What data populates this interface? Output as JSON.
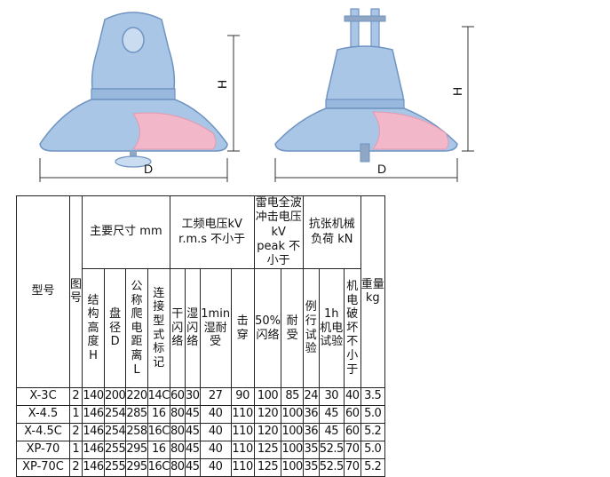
{
  "drawing": {
    "left_label_h": "H",
    "left_label_d": "D",
    "right_label_h": "H",
    "right_label_d": "D",
    "colors": {
      "insulator": "#a9c6e6",
      "insulator_dark": "#6f93c2",
      "pink": "#f2b7c8",
      "metal": "#8fa7c4"
    }
  },
  "table": {
    "model_header": "型号",
    "figure_header": "图号",
    "dims_group": "主要尺寸 mm",
    "power_group": "工频电压kV r.m.s 不小于",
    "lightning_group": "雷电全波冲击电压kV peak 不小于",
    "tensile_group": "抗张机械负荷 kN",
    "weight_header": "重量kg",
    "sub": {
      "height": "结构高度H",
      "diameter": "盘径D",
      "creepage": "公称爬电距离L",
      "coupling": "连接型式标记",
      "dry": "干闪络",
      "wet": "湿闪络",
      "wet1min": "1min湿耐受",
      "puncture": "击穿",
      "flash50": "50%闪络",
      "withstand": "耐受",
      "routine": "例行试验",
      "test1h": "1h机电试验",
      "failure": "机电破坏不小于"
    },
    "rows": [
      {
        "model": "X-3C",
        "fig": "2",
        "h": "140",
        "d": "200",
        "l": "220",
        "c": "14C",
        "dry": "60",
        "wet": "30",
        "w1": "27",
        "p": "90",
        "f50": "100",
        "wd": "85",
        "rt": "24",
        "t1h": "30",
        "fail": "40",
        "kg": "3.5"
      },
      {
        "model": "X-4.5",
        "fig": "1",
        "h": "146",
        "d": "254",
        "l": "285",
        "c": "16",
        "dry": "80",
        "wet": "45",
        "w1": "40",
        "p": "110",
        "f50": "120",
        "wd": "100",
        "rt": "36",
        "t1h": "45",
        "fail": "60",
        "kg": "5.0"
      },
      {
        "model": "X-4.5C",
        "fig": "2",
        "h": "146",
        "d": "254",
        "l": "258",
        "c": "16C",
        "dry": "80",
        "wet": "45",
        "w1": "40",
        "p": "110",
        "f50": "120",
        "wd": "100",
        "rt": "36",
        "t1h": "45",
        "fail": "60",
        "kg": "5.2"
      },
      {
        "model": "XP-70",
        "fig": "1",
        "h": "146",
        "d": "255",
        "l": "295",
        "c": "16",
        "dry": "80",
        "wet": "45",
        "w1": "40",
        "p": "110",
        "f50": "125",
        "wd": "100",
        "rt": "35",
        "t1h": "52.5",
        "fail": "70",
        "kg": "5.0"
      },
      {
        "model": "XP-70C",
        "fig": "2",
        "h": "146",
        "d": "255",
        "l": "295",
        "c": "16C",
        "dry": "80",
        "wet": "45",
        "w1": "40",
        "p": "110",
        "f50": "125",
        "wd": "100",
        "rt": "35",
        "t1h": "52.5",
        "fail": "70",
        "kg": "5.2"
      }
    ]
  }
}
